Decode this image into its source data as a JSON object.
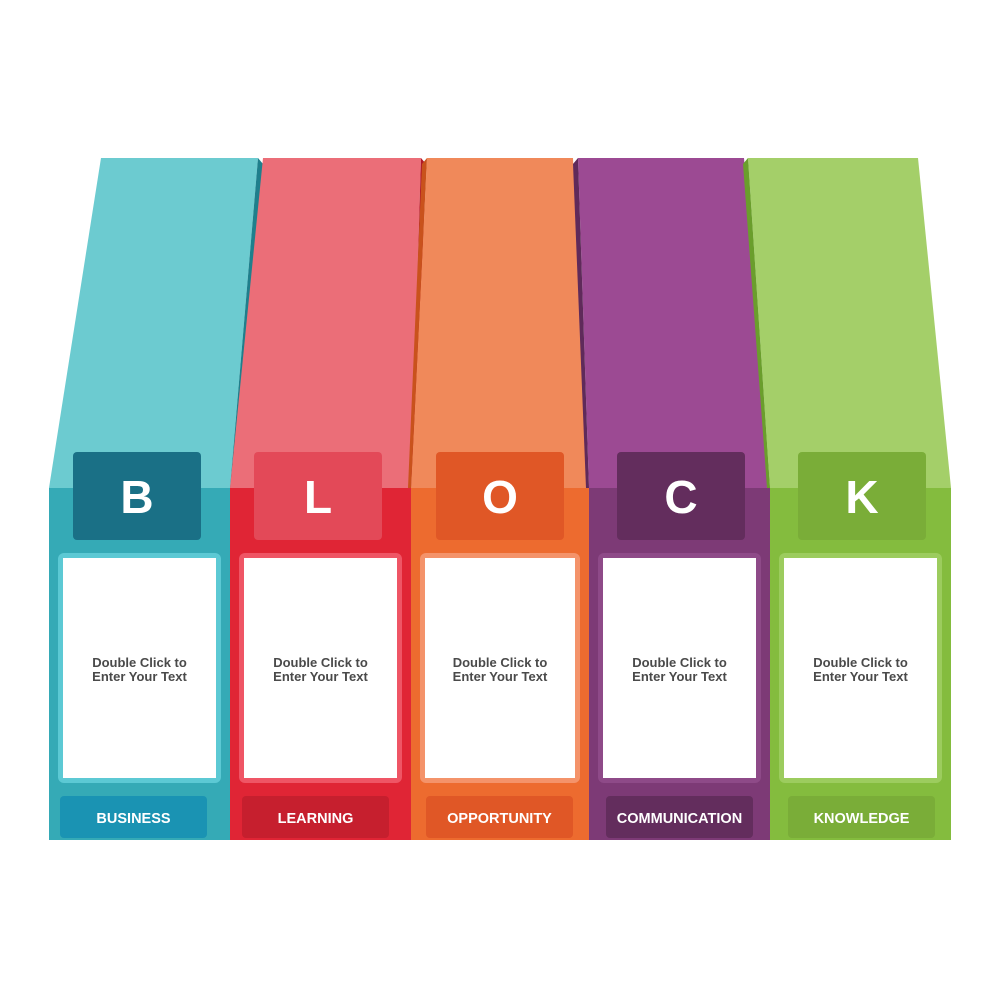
{
  "blocks": [
    {
      "letter": "B",
      "text_line1": "Double Click to",
      "text_line2": "Enter Your Text",
      "label": "BUSINESS",
      "colors": {
        "top": "#6ccbd0",
        "body": "#35aab6",
        "side": "#1f7f8c",
        "letter_box": "#1a7086",
        "frame": "#5cc9d4",
        "label": "#1a93b3"
      }
    },
    {
      "letter": "L",
      "text_line1": "Double Click to",
      "text_line2": "Enter Your Text",
      "label": "LEARNING",
      "colors": {
        "top": "#eb6e78",
        "body": "#e02535",
        "side": "#b01a28",
        "letter_box": "#e34958",
        "frame": "#ef5565",
        "label": "#c61f2e"
      }
    },
    {
      "letter": "O",
      "text_line1": "Double Click to",
      "text_line2": "Enter Your Text",
      "label": "OPPORTUNITY",
      "colors": {
        "top": "#f0895a",
        "body": "#ed6b2f",
        "side": "#c9521c",
        "letter_box": "#e05726",
        "frame": "#f4936a",
        "label": "#e05726"
      }
    },
    {
      "letter": "C",
      "text_line1": "Double Click to",
      "text_line2": "Enter Your Text",
      "label": "COMMUNICATION",
      "colors": {
        "top": "#9c4a93",
        "body": "#7d3a76",
        "side": "#5f2a5a",
        "letter_box": "#632d5d",
        "frame": "#8e4a88",
        "label": "#632d5d"
      }
    },
    {
      "letter": "K",
      "text_line1": "Double Click to",
      "text_line2": "Enter Your Text",
      "label": "KNOWLEDGE",
      "colors": {
        "top": "#a4cf69",
        "body": "#84bc3e",
        "side": "#6a9e2c",
        "letter_box": "#7aad38",
        "frame": "#9ccc5e",
        "label": "#7aad38"
      }
    }
  ]
}
